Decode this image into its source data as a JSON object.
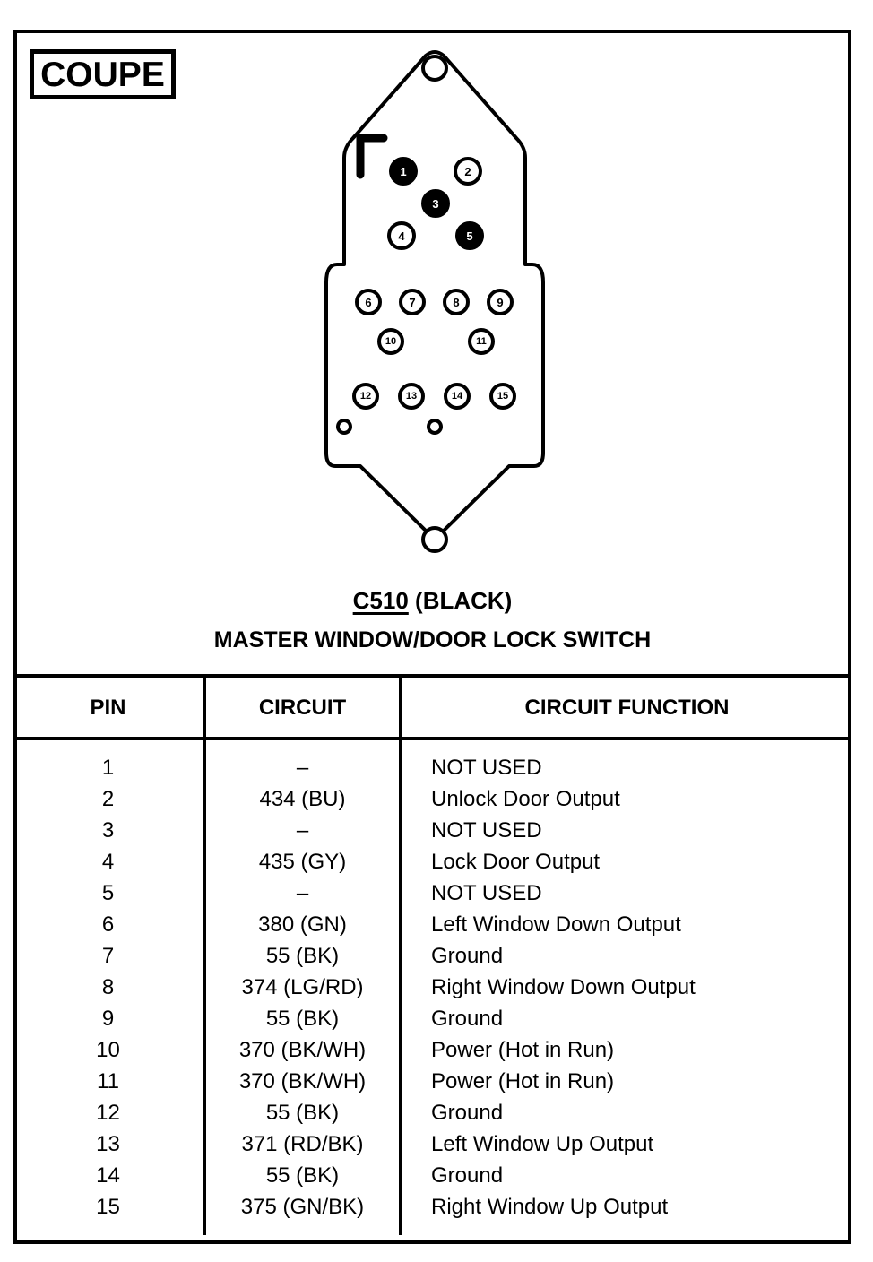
{
  "badge": {
    "label": "COUPE"
  },
  "caption": {
    "connector_id": "C510",
    "connector_color": "(BLACK)",
    "connector_name": "MASTER WINDOW/DOOR LOCK SWITCH"
  },
  "connector": {
    "pins": [
      {
        "number": "1",
        "style": "filled"
      },
      {
        "number": "2",
        "style": "hollow"
      },
      {
        "number": "3",
        "style": "filled"
      },
      {
        "number": "4",
        "style": "hollow"
      },
      {
        "number": "5",
        "style": "filled"
      },
      {
        "number": "6",
        "style": "hollow"
      },
      {
        "number": "7",
        "style": "hollow"
      },
      {
        "number": "8",
        "style": "hollow"
      },
      {
        "number": "9",
        "style": "hollow"
      },
      {
        "number": "10",
        "style": "hollow"
      },
      {
        "number": "11",
        "style": "hollow"
      },
      {
        "number": "12",
        "style": "hollow"
      },
      {
        "number": "13",
        "style": "hollow"
      },
      {
        "number": "14",
        "style": "hollow"
      },
      {
        "number": "15",
        "style": "hollow"
      }
    ]
  },
  "table": {
    "headers": {
      "pin": "PIN",
      "circuit": "CIRCUIT",
      "function": "CIRCUIT FUNCTION"
    },
    "rows": [
      {
        "pin": "1",
        "circuit": "–",
        "function": "NOT USED"
      },
      {
        "pin": "2",
        "circuit": "434 (BU)",
        "function": "Unlock Door Output"
      },
      {
        "pin": "3",
        "circuit": "–",
        "function": "NOT USED"
      },
      {
        "pin": "4",
        "circuit": "435 (GY)",
        "function": "Lock Door Output"
      },
      {
        "pin": "5",
        "circuit": "–",
        "function": "NOT USED"
      },
      {
        "pin": "6",
        "circuit": "380 (GN)",
        "function": "Left Window Down Output"
      },
      {
        "pin": "7",
        "circuit": "55 (BK)",
        "function": "Ground"
      },
      {
        "pin": "8",
        "circuit": "374 (LG/RD)",
        "function": "Right Window Down Output"
      },
      {
        "pin": "9",
        "circuit": "55 (BK)",
        "function": "Ground"
      },
      {
        "pin": "10",
        "circuit": "370 (BK/WH)",
        "function": "Power (Hot in Run)"
      },
      {
        "pin": "11",
        "circuit": "370 (BK/WH)",
        "function": "Power (Hot in Run)"
      },
      {
        "pin": "12",
        "circuit": "55 (BK)",
        "function": "Ground"
      },
      {
        "pin": "13",
        "circuit": "371 (RD/BK)",
        "function": "Left Window Up Output"
      },
      {
        "pin": "14",
        "circuit": "55 (BK)",
        "function": "Ground"
      },
      {
        "pin": "15",
        "circuit": "375 (GN/BK)",
        "function": "Right Window Up Output"
      }
    ]
  },
  "colors": {
    "ink": "#000000",
    "paper": "#ffffff"
  }
}
